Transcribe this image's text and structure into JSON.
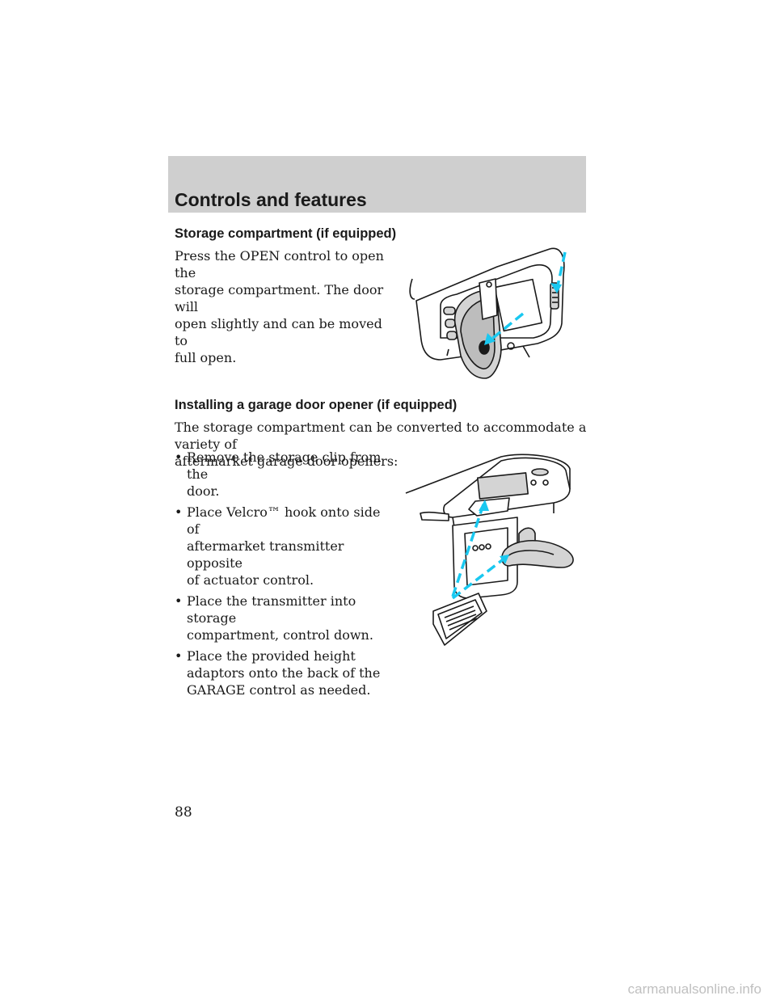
{
  "header": {
    "title": "Controls and features"
  },
  "section1": {
    "heading": "Storage compartment (if equipped)",
    "body": "Press the OPEN control to open the\nstorage compartment. The door will\nopen slightly and can be moved to\nfull open."
  },
  "section2": {
    "heading": "Installing a garage door opener (if equipped)",
    "intro": "The storage compartment can be converted to accommodate a variety of\naftermarket garage door openers:",
    "bullet_symbol": "•",
    "bullets": [
      "Remove the storage clip from the\ndoor.",
      "Place Velcro™ hook onto side of\naftermarket transmitter opposite\nof actuator control.",
      "Place the transmitter into storage\ncompartment, control down.",
      "Place the provided height\nadaptors onto the back of the\nGARAGE control as needed."
    ]
  },
  "footer": {
    "page_number": "88",
    "watermark": "carmanualsonline.info"
  },
  "colors": {
    "header_band": "#cfcfcf",
    "arrow_accent": "#19c8f0",
    "illustration_fill": "#d4d4d4"
  }
}
